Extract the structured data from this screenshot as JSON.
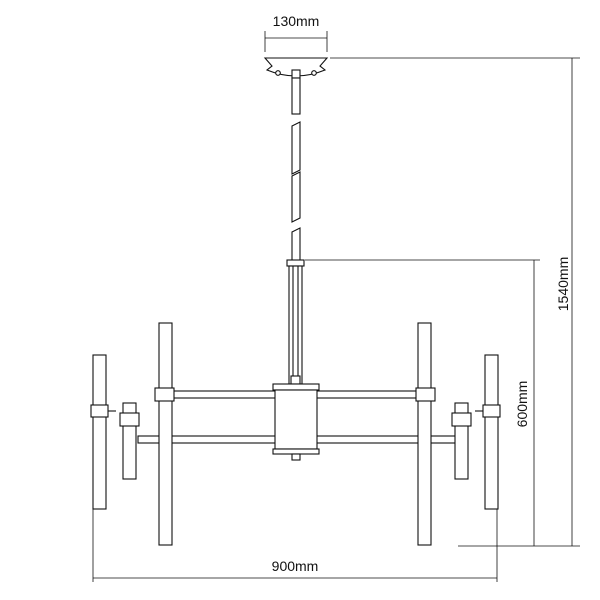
{
  "dimensions": {
    "canopy_width": "130mm",
    "total_height": "1540mm",
    "body_height": "600mm",
    "total_width": "900mm"
  },
  "colors": {
    "line": "#111111",
    "background": "#ffffff"
  }
}
